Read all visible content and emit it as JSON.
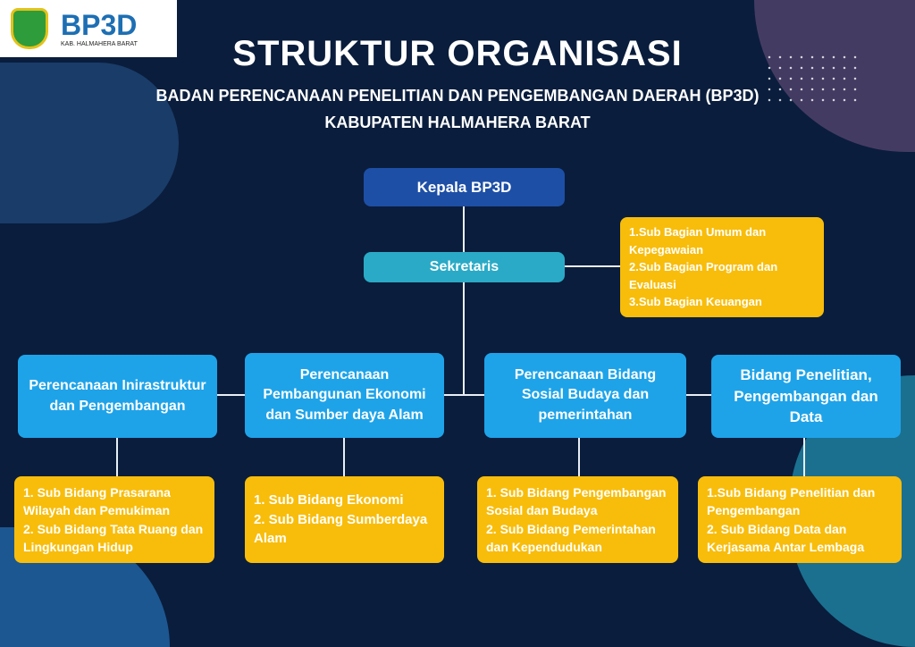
{
  "logo": {
    "text": "BP3D",
    "subtext": "KAB. HALMAHERA BARAT"
  },
  "header": {
    "title": "STRUKTUR ORGANISASI",
    "subtitle1": "BADAN PERENCANAAN PENELITIAN DAN PENGEMBANGAN DAERAH (BP3D)",
    "subtitle2": "KABUPATEN HALMAHERA BARAT"
  },
  "kepala": "Kepala BP3D",
  "sekretaris": "Sekretaris",
  "sekretariat_items": [
    "1.Sub Bagian Umum dan Kepegawaian",
    "2.Sub Bagian Program dan Evaluasi",
    "3.Sub Bagian Keuangan"
  ],
  "bidang": [
    {
      "title": "Perencanaan Inirastruktur dan Pengembangan",
      "subs": [
        "1. Sub Bidang Prasarana Wilayah dan Pemukiman",
        "2. Sub Bidang Tata Ruang dan Lingkungan Hidup"
      ]
    },
    {
      "title": "Perencanaan Pembangunan Ekonomi dan Sumber daya Alam",
      "subs": [
        "1. Sub Bidang Ekonomi",
        "2. Sub Bidang Sumberdaya Alam"
      ]
    },
    {
      "title": "Perencanaan Bidang Sosial Budaya dan pemerintahan",
      "subs": [
        "1. Sub Bidang Pengembangan Sosial dan Budaya",
        "2. Sub Bidang Pemerintahan dan Kependudukan"
      ]
    },
    {
      "title": "Bidang Penelitian, Pengembangan dan Data",
      "subs": [
        "1.Sub Bidang Penelitian dan Pengembangan",
        "2. Sub Bidang Data dan Kerjasama Antar Lembaga"
      ]
    }
  ]
}
